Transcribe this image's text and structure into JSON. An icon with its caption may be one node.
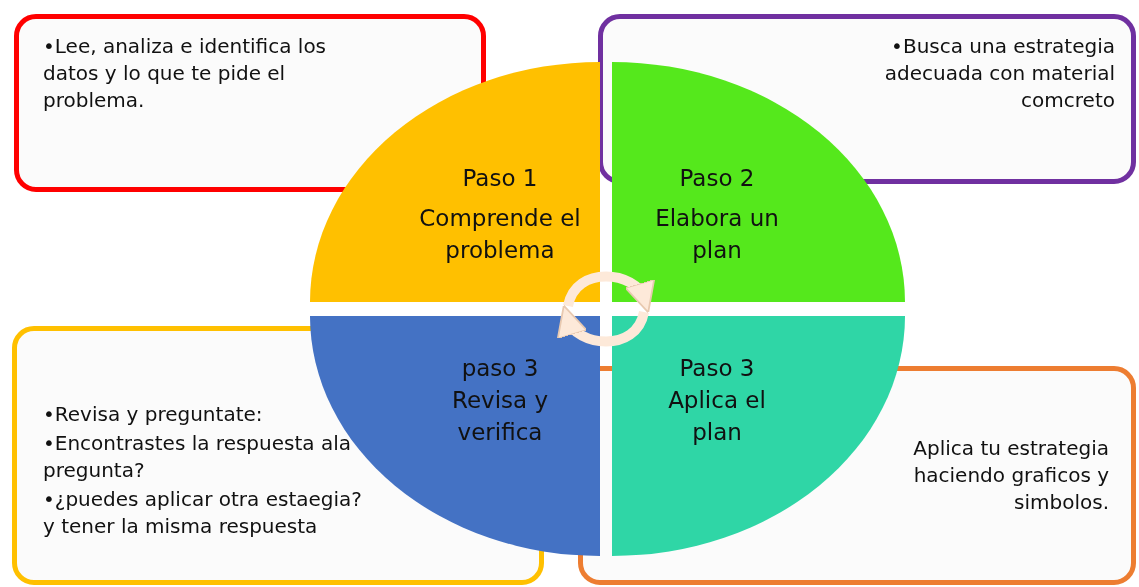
{
  "diagram": {
    "nodes": [
      {
        "text": [
          "•Lee, analiza e identifica los datos y lo que te pide el problema."
        ]
      },
      {
        "text": [
          "•Busca una estrategia adecuada con material comcreto"
        ]
      },
      {
        "text": [
          "Paso 1",
          "Comprende el problema"
        ]
      },
      {
        "text": [
          "Paso 2",
          "Elabora un plan"
        ]
      },
      {
        "text": [
          "paso 3",
          "Revisa y verifica"
        ]
      },
      {
        "text": [
          "Paso 3",
          "Aplica el plan"
        ]
      },
      {
        "text": [
          "•Revisa y preguntate:",
          "•Encontrastes la respuesta ala pregunta?",
          "•¿puedes aplicar otra estaegia? y tener la misma respuesta"
        ]
      },
      {
        "text": [
          "Aplica tu estrategia haciendo graficos y simbolos."
        ]
      }
    ],
    "edges": [
      {
        "from": 2,
        "to": 3,
        "arrow": "to"
      },
      {
        "from": 5,
        "to": 4,
        "arrow": "to"
      }
    ]
  }
}
